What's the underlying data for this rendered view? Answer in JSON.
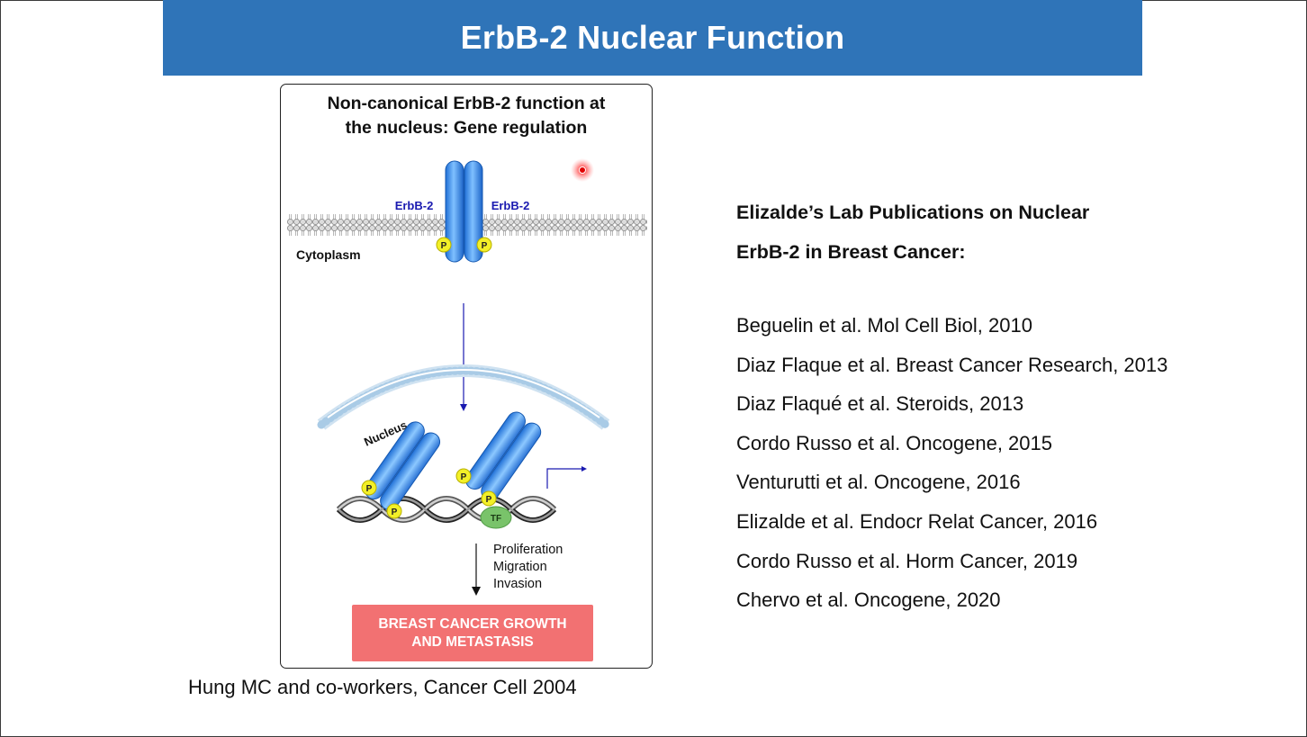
{
  "header": {
    "title": "ErbB-2 Nuclear Function"
  },
  "figure": {
    "title_line1": "Non-canonical ErbB-2 function at",
    "title_line2": "the nucleus: Gene regulation",
    "receptor_left": "ErbB-2",
    "receptor_right": "ErbB-2",
    "cytoplasm": "Cytoplasm",
    "nucleus": "Nucleus",
    "phospho": "P",
    "tf": "TF",
    "outcomes": [
      "Proliferation",
      "Migration",
      "Invasion"
    ],
    "result_line1": "BREAST CANCER GROWTH",
    "result_line2": "AND METASTASIS"
  },
  "citation": "Hung MC and co-workers, Cancer Cell 2004",
  "publications": {
    "heading_line1": "Elizalde’s Lab Publications on Nuclear",
    "heading_line2": "ErbB-2 in Breast Cancer:",
    "items": [
      "Beguelin et al. Mol Cell Biol, 2010",
      "Diaz Flaque et al. Breast Cancer Research, 2013",
      "Diaz Flaqué et al. Steroids, 2013",
      "Cordo Russo et al. Oncogene, 2015",
      "Venturutti et al. Oncogene, 2016",
      "Elizalde et al. Endocr Relat Cancer, 2016",
      "Cordo Russo et al. Horm Cancer, 2019",
      "Chervo et al. Oncogene, 2020"
    ]
  },
  "colors": {
    "header": "#2f74b8",
    "receptor": "#3a8ee6",
    "label_blue": "#1a1ab0",
    "phospho": "#f3f028",
    "tf": "#79c36a",
    "result_box": "#f27172"
  },
  "icons": [
    "laser-pointer-dot"
  ]
}
